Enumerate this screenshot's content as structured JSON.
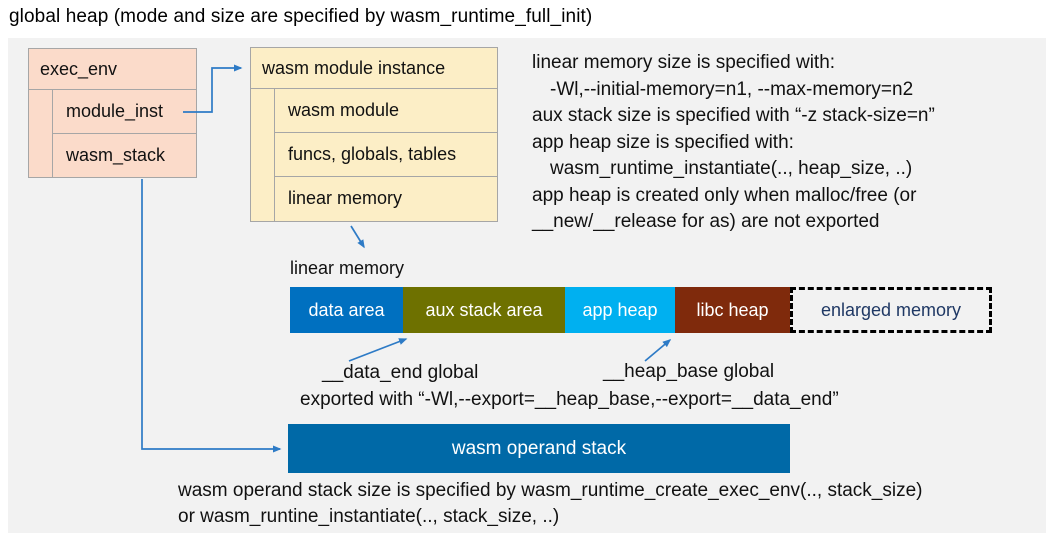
{
  "title": "global heap (mode and size are specified by wasm_runtime_full_init)",
  "exec_env_box": {
    "header": "exec_env",
    "rows": [
      "module_inst",
      "wasm_stack"
    ]
  },
  "module_instance_box": {
    "header": "wasm module instance",
    "rows": [
      "wasm module",
      "funcs, globals, tables",
      "linear memory"
    ]
  },
  "notes_right": {
    "lines": [
      "linear memory size is specified with:",
      "-Wl,--initial-memory=n1, --max-memory=n2",
      "aux stack size is specified with “-z stack-size=n”",
      "app heap size is specified with:",
      "wasm_runtime_instantiate(.., heap_size, ..)",
      "app heap is created only when malloc/free (or",
      "__new/__release for as) are not exported"
    ]
  },
  "linear_memory": {
    "label": "linear memory",
    "segments": [
      {
        "label": "data area",
        "color": "#0070C0"
      },
      {
        "label": "aux stack area",
        "color": "#6E7100"
      },
      {
        "label": "app heap",
        "color": "#00B0F0"
      },
      {
        "label": "libc heap",
        "color": "#7F2A0C"
      },
      {
        "label": "enlarged memory",
        "color": "transparent"
      }
    ]
  },
  "annotations": {
    "data_end": "__data_end global",
    "heap_base": "__heap_base global",
    "export_line": "exported with “-Wl,--export=__heap_base,--export=__data_end”"
  },
  "operand_stack": {
    "label": "wasm operand stack",
    "color": "#0069A7"
  },
  "bottom_notes": {
    "line1": "wasm operand stack size is specified by wasm_runtime_create_exec_env(.., stack_size)",
    "line2": "or wasm_runtine_instantiate(.., stack_size, ..)"
  },
  "colors": {
    "panel_bg": "#F2F2F2",
    "exec_env_fill": "#FBDBCA",
    "module_instance_fill": "#FCEEC6",
    "box_border": "#A6A6A6",
    "arrow": "#2E7BC6",
    "enlarged_memory_text": "#1F3864",
    "dashed_border": "#000000"
  }
}
